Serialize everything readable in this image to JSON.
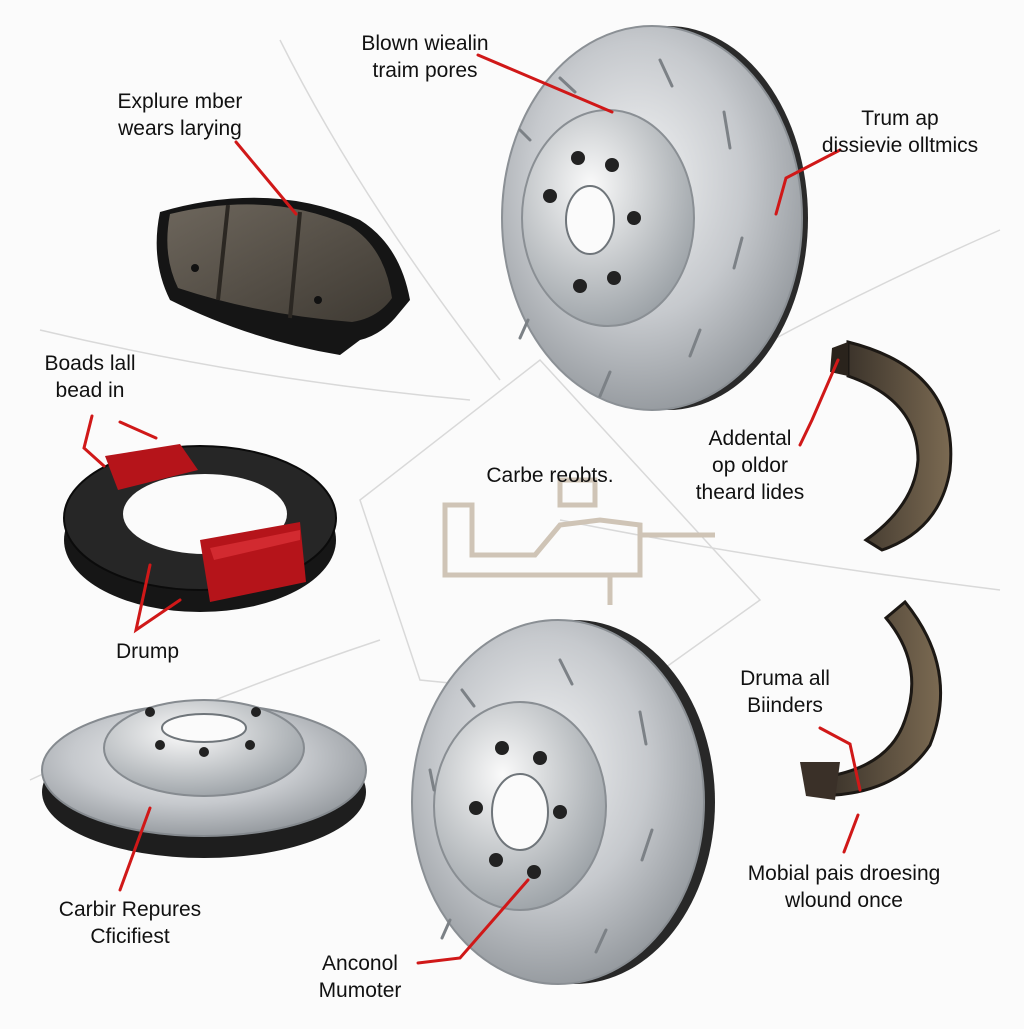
{
  "diagram": {
    "labels": {
      "rotor_top": [
        "Blown wiealin",
        "traim pores"
      ],
      "brake_pad": [
        "Explure mber",
        "wears larying"
      ],
      "rotor_vents": [
        "Trum ap",
        "dissievie olltmics"
      ],
      "caliper": [
        "Boads lall",
        "bead in"
      ],
      "center": [
        "Carbe reobts."
      ],
      "shoe_upper": [
        "Addental",
        "op oldor",
        "theard lides"
      ],
      "caliper_bottom": [
        "Drump"
      ],
      "shoe_lower": [
        "Druma all",
        "Biinders"
      ],
      "rotor_small": [
        "Carbir Repures",
        "Cficifiest"
      ],
      "rotor_bottom": [
        "Anconol",
        "Mumoter"
      ],
      "shoe_lower_bottom": [
        "Mobial pais droesing",
        "wlound once"
      ]
    },
    "colors": {
      "background": "#fbfbfb",
      "leader": "#d01818",
      "rotor_silver": "#c9ccd0",
      "pad_friction": "#5a5349",
      "caliper_red": "#b5141a",
      "shoe_brown": "#6b5a45"
    },
    "icons": [
      "brake-pad-icon",
      "brake-rotor-icon",
      "caliper-ring-icon",
      "brake-shoe-icon",
      "master-cylinder-icon"
    ]
  }
}
